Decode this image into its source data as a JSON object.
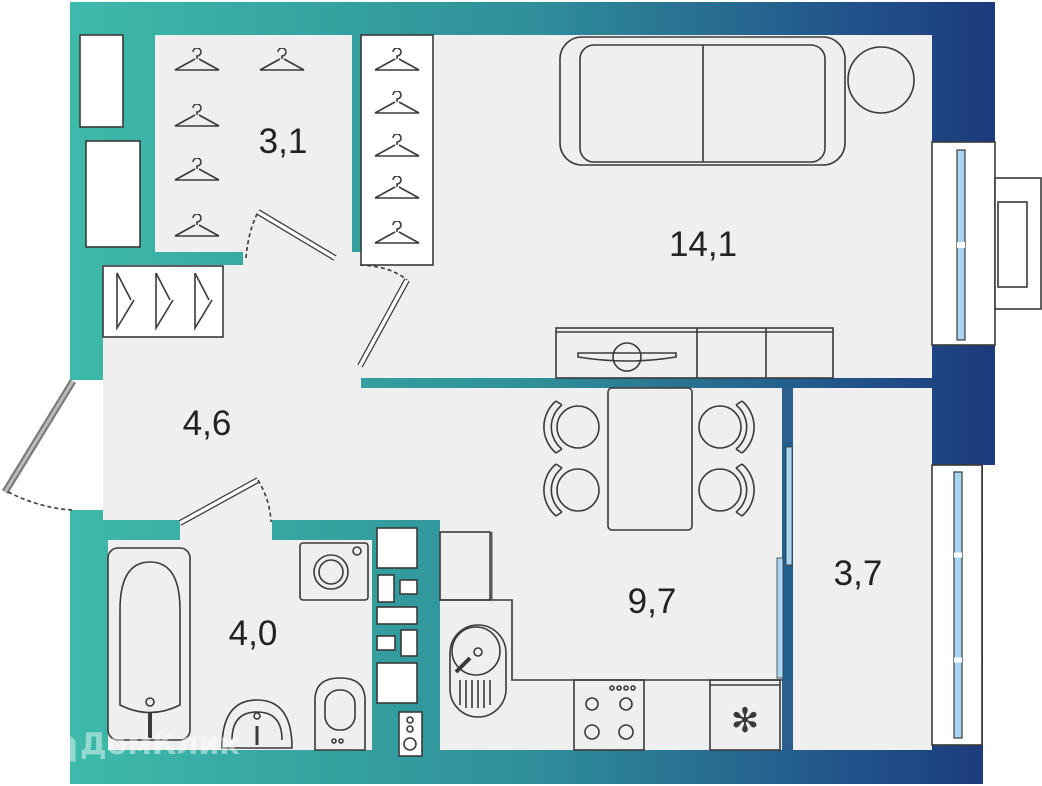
{
  "plan": {
    "rooms": [
      {
        "id": "wardrobe",
        "area": "3,1"
      },
      {
        "id": "living-room",
        "area": "14,1"
      },
      {
        "id": "hallway",
        "area": "4,6"
      },
      {
        "id": "kitchen",
        "area": "9,7"
      },
      {
        "id": "loggia",
        "area": "3,7"
      },
      {
        "id": "bathroom",
        "area": "4,0"
      }
    ],
    "colors": {
      "wall_gradient_start": "#3dbaa9",
      "wall_gradient_mid": "#2f8f9a",
      "wall_gradient_end": "#1c3a7c",
      "floor": "#efefef",
      "glass": "#a9d6f2"
    }
  },
  "watermark": {
    "text": "ДомКлик"
  }
}
